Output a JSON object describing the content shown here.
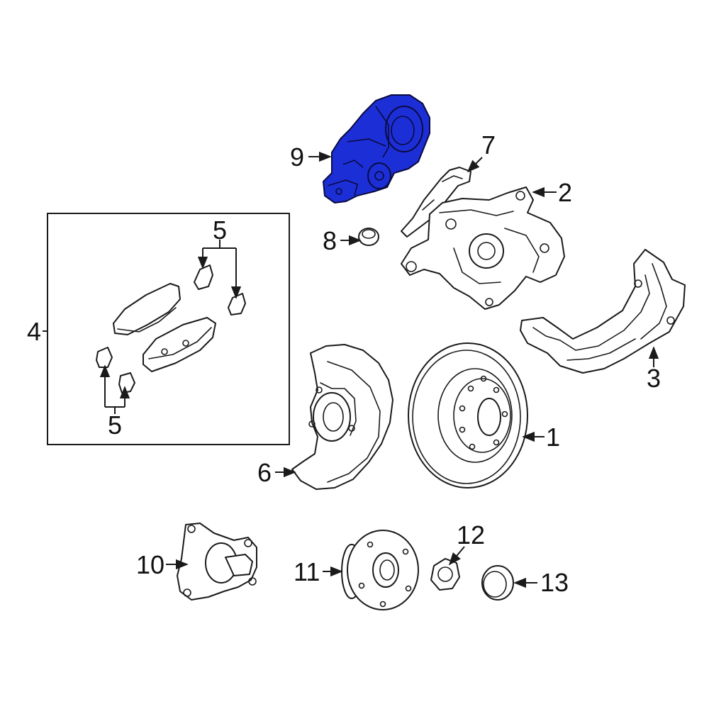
{
  "diagram": {
    "highlight_color": "#1c2fd6",
    "line_color": "#1a1a1a",
    "highlighted_part": "9",
    "callouts": {
      "c1": "1",
      "c2": "2",
      "c3": "3",
      "c4": "4",
      "c5a": "5",
      "c5b": "5",
      "c6": "6",
      "c7": "7",
      "c8": "8",
      "c9": "9",
      "c10": "10",
      "c11": "11",
      "c12": "12",
      "c13": "13"
    }
  }
}
